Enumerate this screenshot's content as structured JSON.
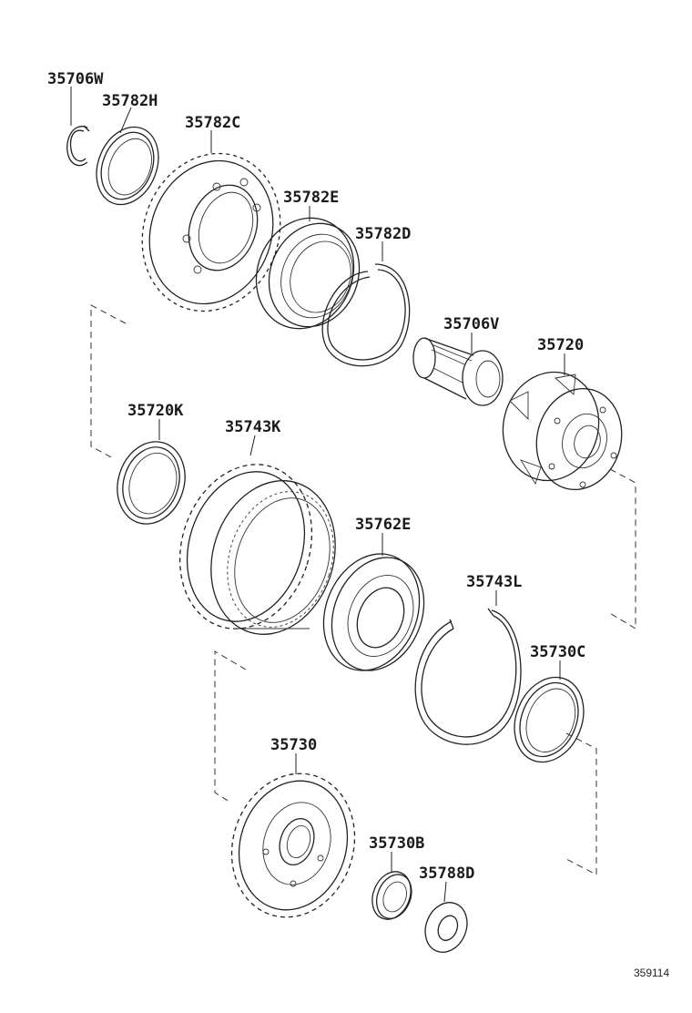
{
  "parts": [
    {
      "id": "p1",
      "label": "35706W"
    },
    {
      "id": "p2",
      "label": "35782H"
    },
    {
      "id": "p3",
      "label": "35782C"
    },
    {
      "id": "p4",
      "label": "35782E"
    },
    {
      "id": "p5",
      "label": "35782D"
    },
    {
      "id": "p6",
      "label": "35706V"
    },
    {
      "id": "p7",
      "label": "35720"
    },
    {
      "id": "p8",
      "label": "35720K"
    },
    {
      "id": "p9",
      "label": "35743K"
    },
    {
      "id": "p10",
      "label": "35762E"
    },
    {
      "id": "p11",
      "label": "35743L"
    },
    {
      "id": "p12",
      "label": "35730C"
    },
    {
      "id": "p13",
      "label": "35730"
    },
    {
      "id": "p14",
      "label": "35730B"
    },
    {
      "id": "p15",
      "label": "35788D"
    }
  ],
  "figure_number": "359114"
}
